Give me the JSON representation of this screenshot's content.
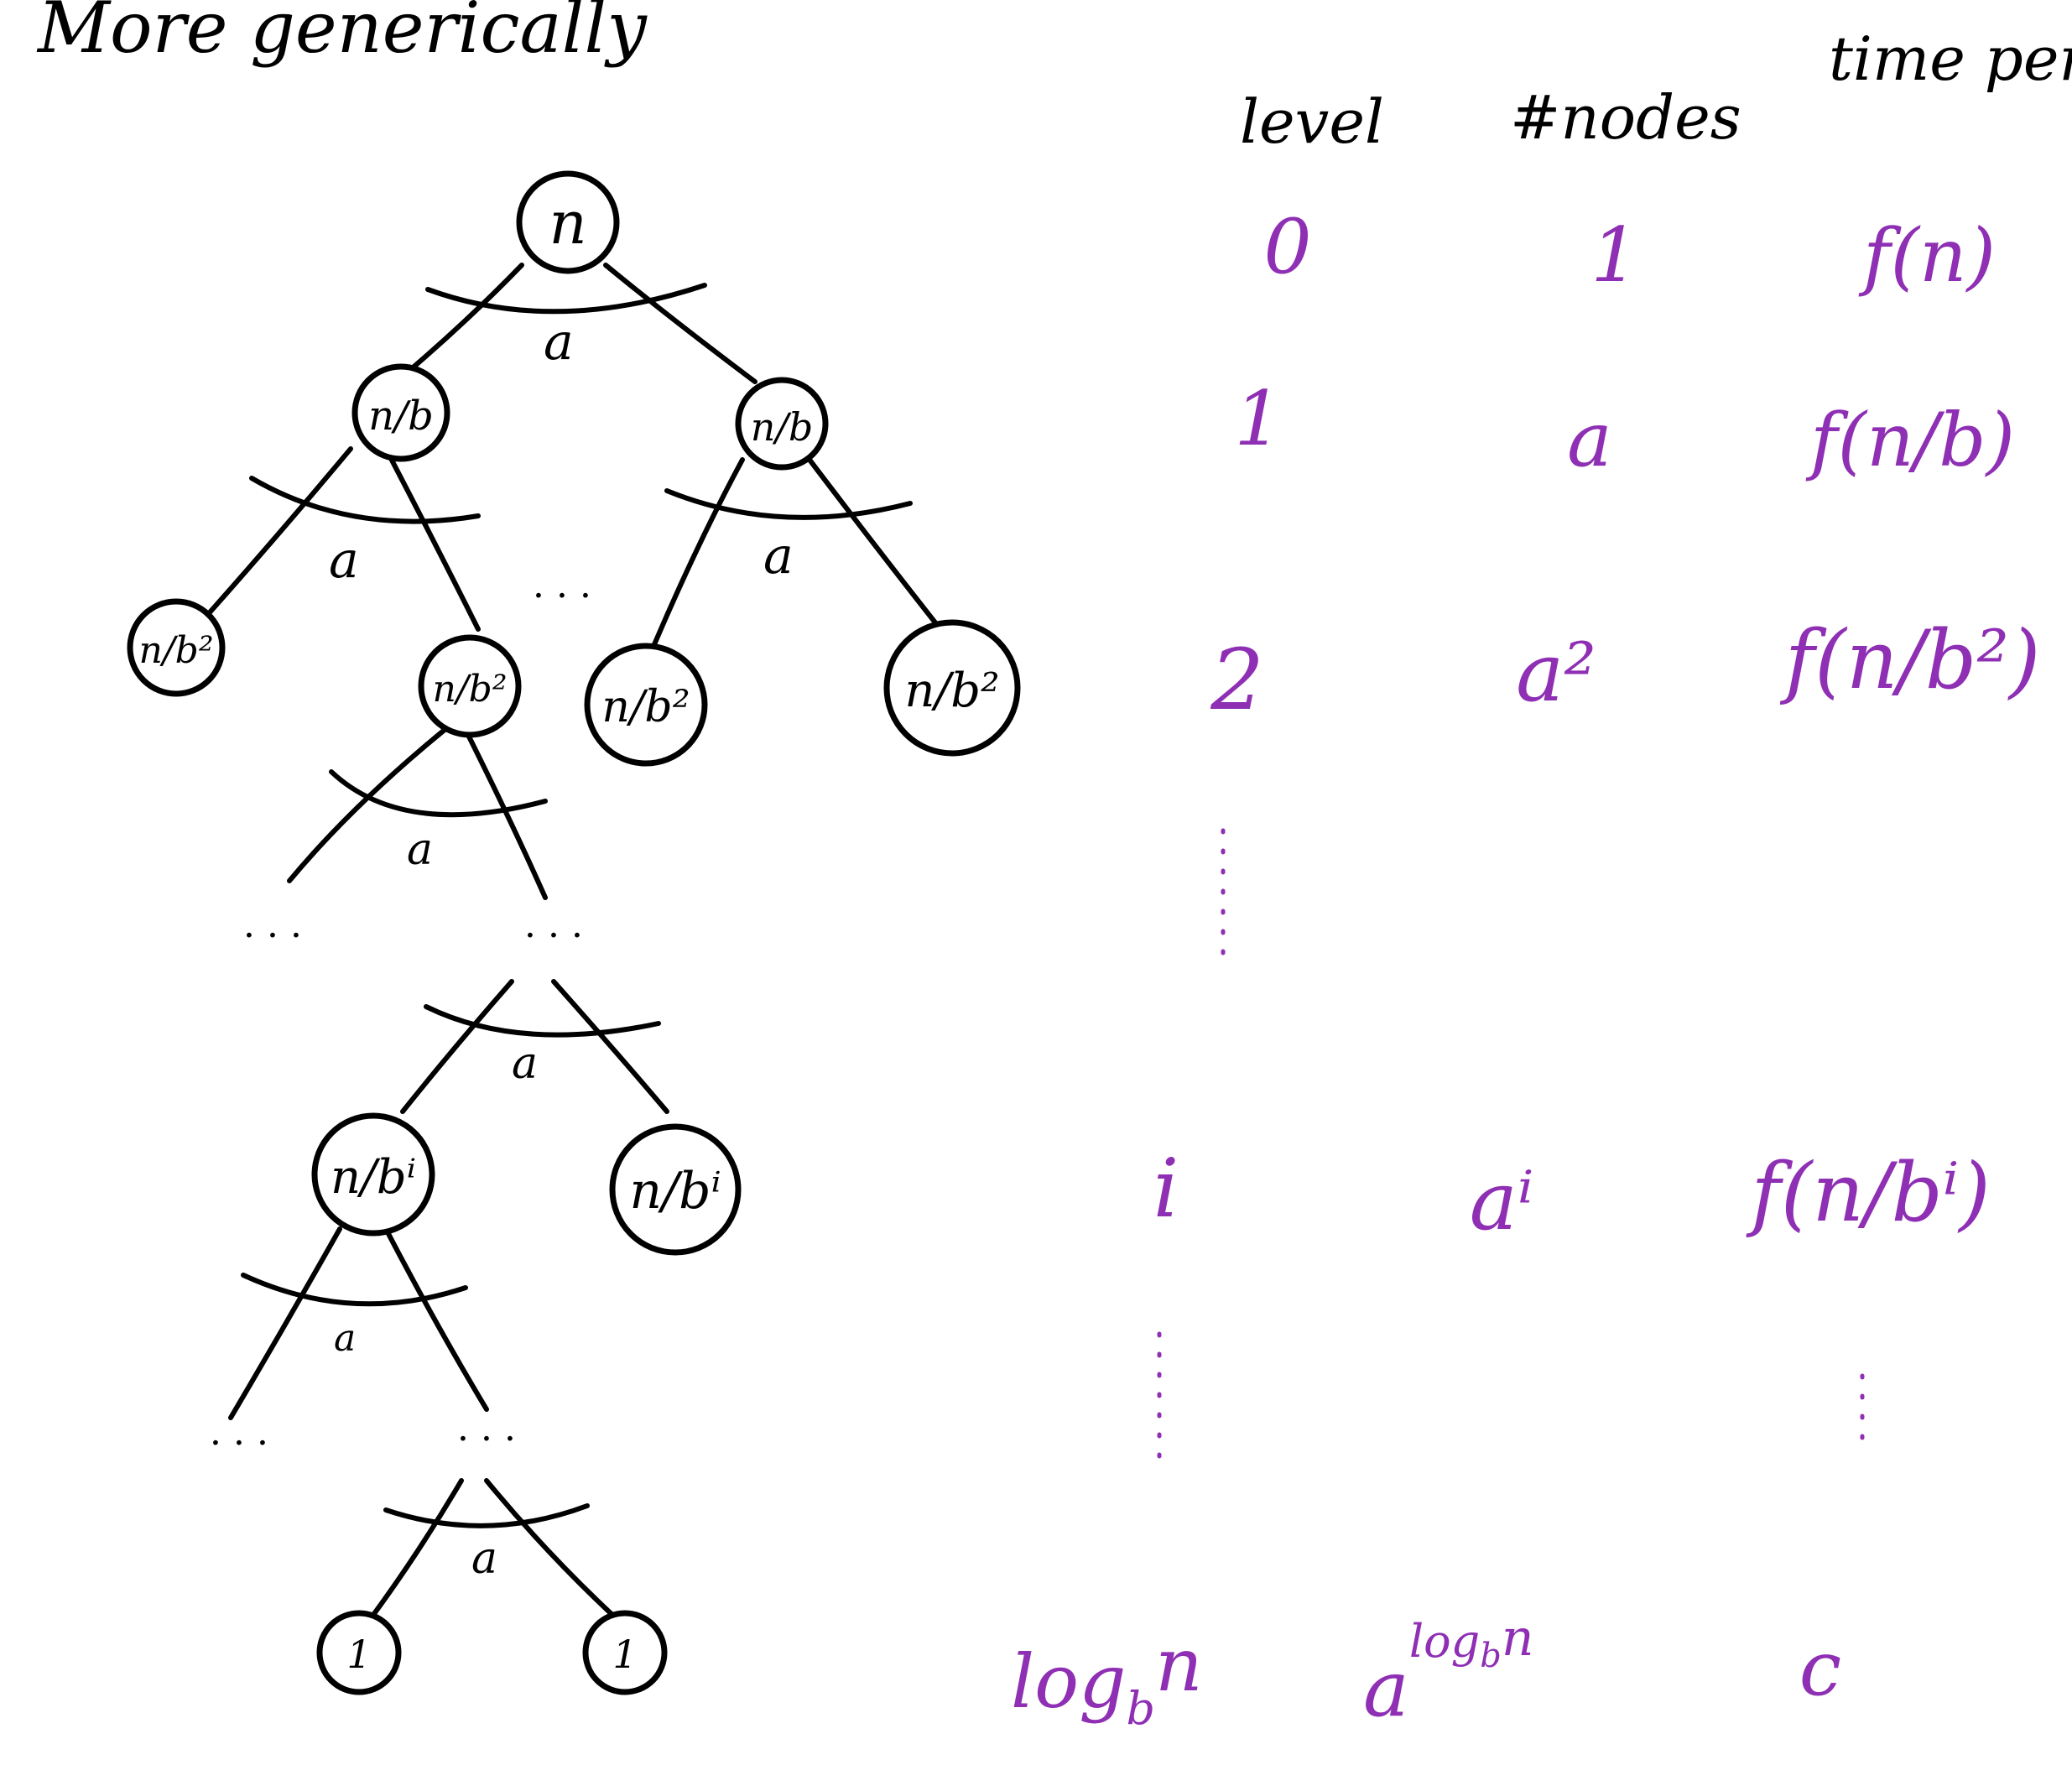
{
  "title": "More generically",
  "headers": {
    "level": "level",
    "nodes": "#nodes",
    "time": "time per node"
  },
  "tree": {
    "root": "n",
    "branch": "a",
    "level1": [
      "n/b",
      "n/b"
    ],
    "level2": [
      "n/b²",
      "n/b²",
      "n/b²",
      "n/b²"
    ],
    "leveli": [
      "n/bⁱ",
      "n/bⁱ"
    ],
    "leaves": [
      "1",
      "1"
    ]
  },
  "table": {
    "rows": [
      {
        "level": "0",
        "nodes": "1",
        "time": "f(n)"
      },
      {
        "level": "1",
        "nodes": "a",
        "time": "f(n/b)"
      },
      {
        "level": "2",
        "nodes": "a²",
        "time": "f(n/b²)"
      },
      {
        "level": "i",
        "nodes": "aⁱ",
        "time": "f(n/bⁱ)"
      }
    ],
    "last": {
      "level_main": "log",
      "level_sub": "b",
      "level_tail": "n",
      "nodes_base": "a",
      "nodes_exp": "log",
      "nodes_exp_sub": "b",
      "nodes_exp_tail": "n",
      "time": "c"
    }
  },
  "colors": {
    "ink": "#000000",
    "accent": "#8e2fb4"
  }
}
